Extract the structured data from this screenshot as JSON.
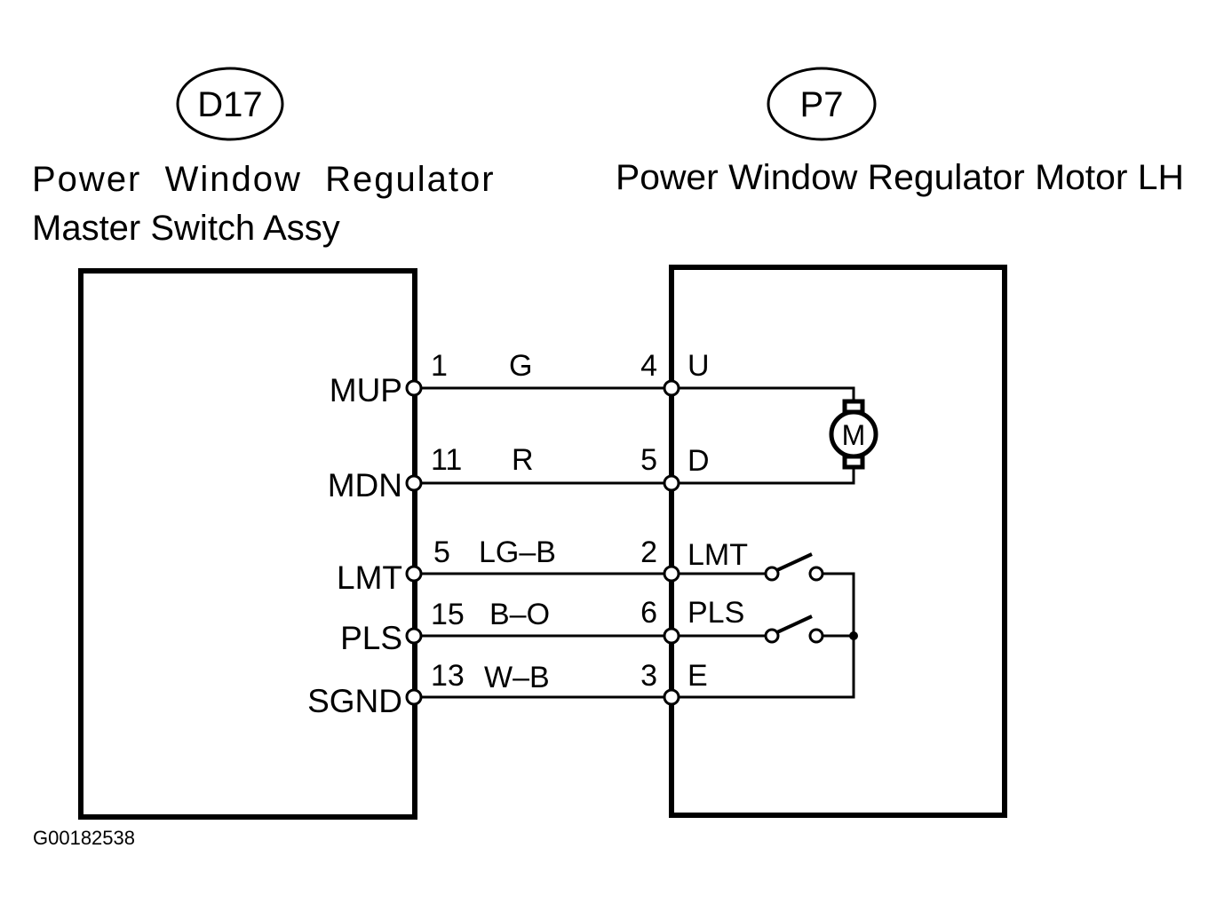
{
  "left_component": {
    "connector_id": "D17",
    "title_line1": "Power  Window  Regulator",
    "title_line2": "Master Switch Assy",
    "pins": [
      {
        "signal": "MUP",
        "pin": "1",
        "wire_color": "G"
      },
      {
        "signal": "MDN",
        "pin": "11",
        "wire_color": "R"
      },
      {
        "signal": "LMT",
        "pin": "5",
        "wire_color": "LG–B"
      },
      {
        "signal": "PLS",
        "pin": "15",
        "wire_color": "B–O"
      },
      {
        "signal": "SGND",
        "pin": "13",
        "wire_color": "W–B"
      }
    ]
  },
  "right_component": {
    "connector_id": "P7",
    "title": "Power Window Regulator Motor LH",
    "pins": [
      {
        "pin": "4",
        "signal": "U"
      },
      {
        "pin": "5",
        "signal": "D"
      },
      {
        "pin": "2",
        "signal": "LMT"
      },
      {
        "pin": "6",
        "signal": "PLS"
      },
      {
        "pin": "3",
        "signal": "E"
      }
    ],
    "motor_symbol": "M"
  },
  "figure_ref": "G00182538",
  "colors": {
    "line": "#000000",
    "background": "#ffffff"
  }
}
